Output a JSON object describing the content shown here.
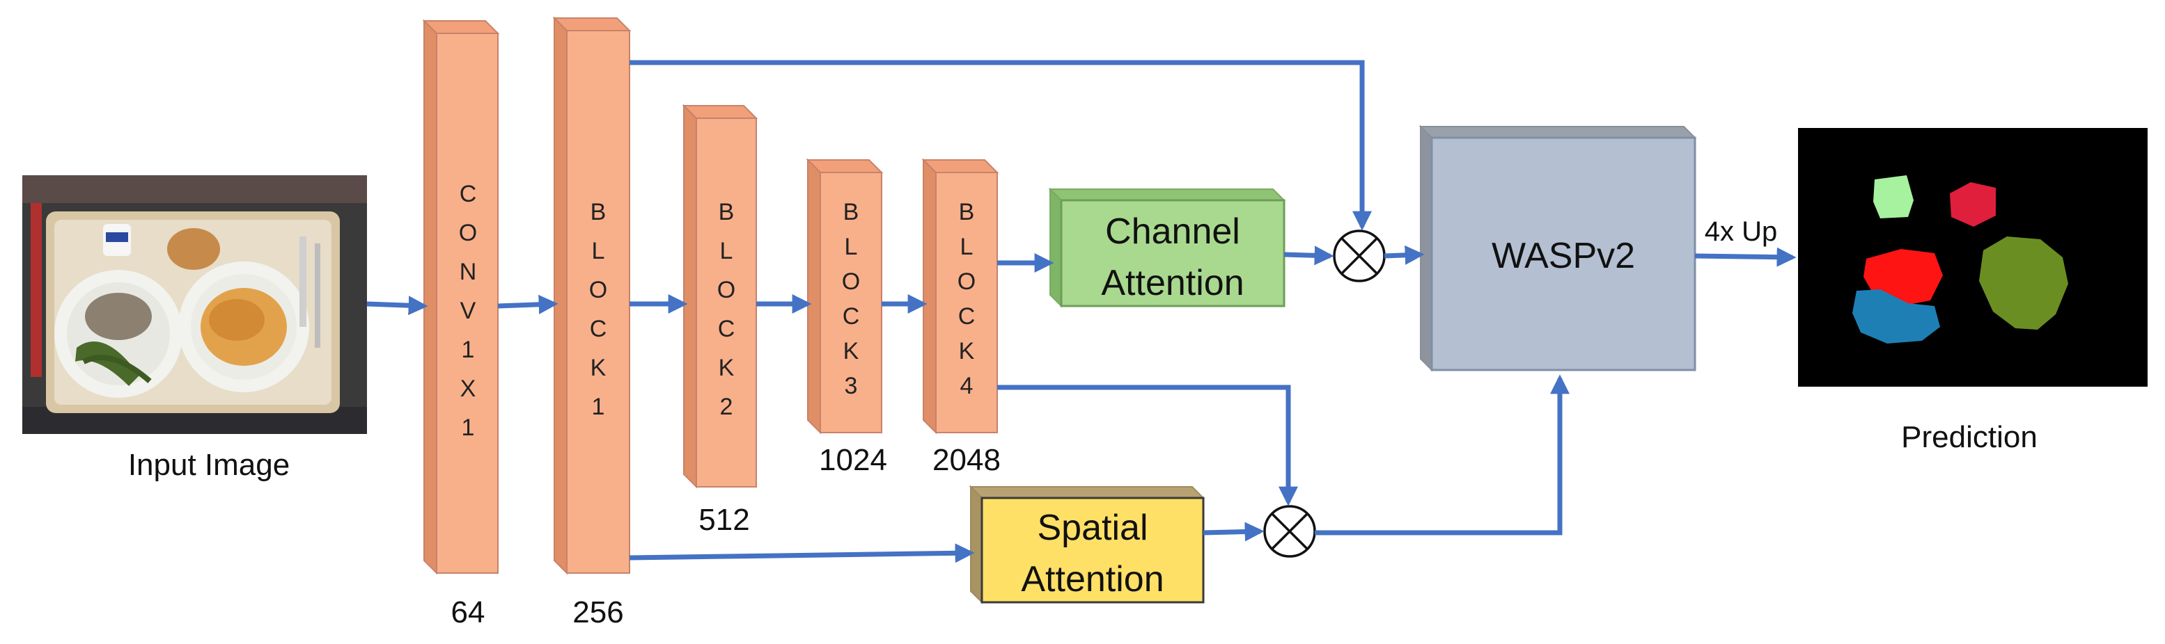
{
  "input": {
    "label": "Input Image"
  },
  "output": {
    "label": "Prediction",
    "upsample_label": "4x Up"
  },
  "backbone": [
    {
      "id": "conv1x1",
      "text": "CONV1X1",
      "channels": "64"
    },
    {
      "id": "block1",
      "text": "BLOCK1",
      "channels": "256"
    },
    {
      "id": "block2",
      "text": "BLOCK2",
      "channels": "512"
    },
    {
      "id": "block3",
      "text": "BLOCK3",
      "channels": "1024"
    },
    {
      "id": "block4",
      "text": "BLOCK4",
      "channels": "2048"
    }
  ],
  "modules": {
    "channel_attention": {
      "line1": "Channel",
      "line2": "Attention"
    },
    "spatial_attention": {
      "line1": "Spatial",
      "line2": "Attention"
    },
    "wasp": {
      "label": "WASPv2"
    }
  },
  "colors": {
    "arrow": "#4472C4",
    "block_fill": "#F8B08A",
    "block_edge": "#C8826A",
    "channel_fill": "#A9D98E",
    "spatial_fill": "#FFE066",
    "wasp_fill": "#B4BFD2"
  }
}
